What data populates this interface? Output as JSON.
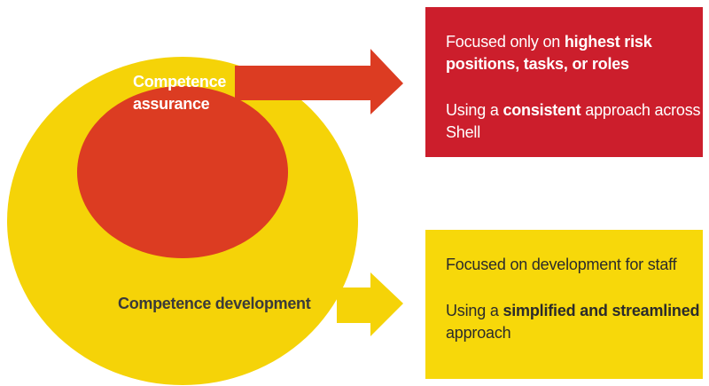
{
  "colors": {
    "yellow": "#f5d308",
    "orange_red": "#dc3c22",
    "box_red": "#cc1e2c",
    "box_yellow": "#f7d80a",
    "dark_text": "#3a3a3a"
  },
  "diagram": {
    "outer_circle_label": "Competence development",
    "inner_circle_label_line1": "Competence",
    "inner_circle_label_line2": "assurance",
    "assurance_box": {
      "p1": {
        "pre": "Focused only on ",
        "bold": "highest risk positions, tasks, or roles",
        "post": ""
      },
      "p2": {
        "pre": "Using a ",
        "bold": "consistent",
        "post": " approach across Shell"
      }
    },
    "development_box": {
      "p1": {
        "pre": "Focused on development for staff",
        "bold": "",
        "post": ""
      },
      "p2": {
        "pre": "Using a ",
        "bold": "simplified and streamlined",
        "post": " approach"
      }
    }
  }
}
